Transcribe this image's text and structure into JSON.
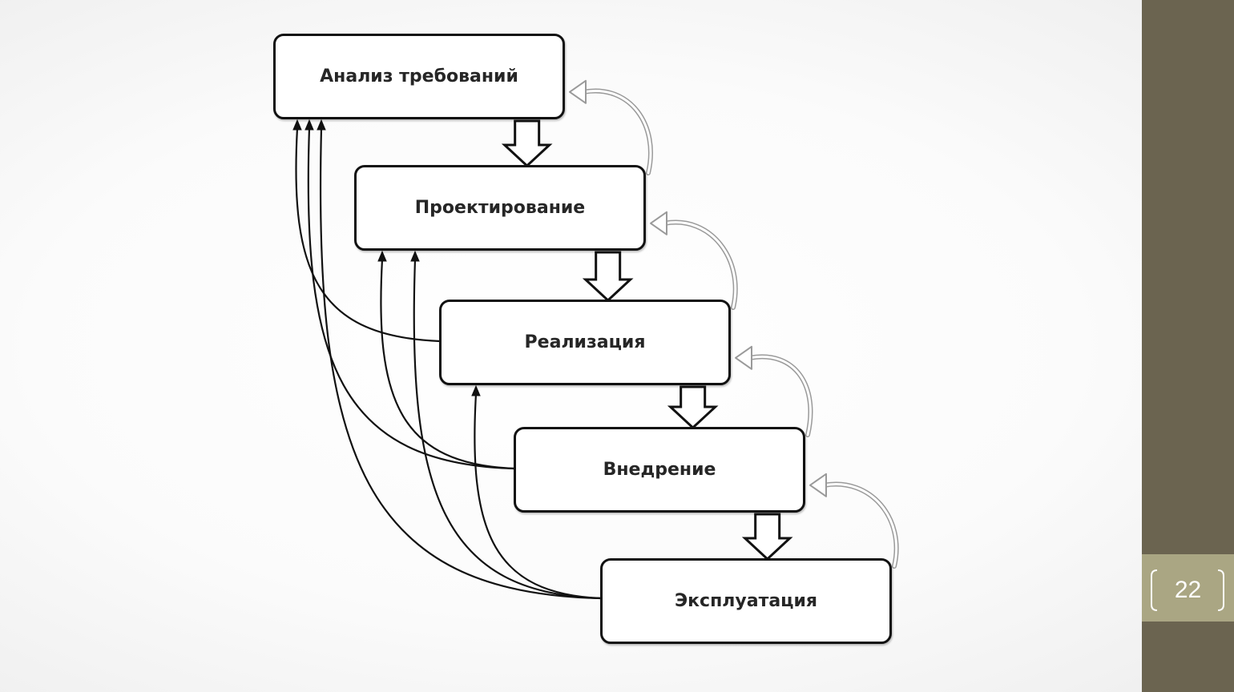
{
  "slide": {
    "page_number": "22",
    "colors": {
      "sidebar": "#6b6450",
      "page_badge": "#aaa683",
      "box_border": "#111111",
      "feedback_arrow": "#9a9a9a"
    }
  },
  "diagram": {
    "stages": [
      {
        "id": "analysis",
        "label": "Анализ требований"
      },
      {
        "id": "design",
        "label": "Проектирование"
      },
      {
        "id": "implementation",
        "label": "Реализация"
      },
      {
        "id": "deployment",
        "label": "Внедрение"
      },
      {
        "id": "operation",
        "label": "Эксплуатация"
      }
    ],
    "forward_flow": [
      {
        "from": "analysis",
        "to": "design"
      },
      {
        "from": "design",
        "to": "implementation"
      },
      {
        "from": "implementation",
        "to": "deployment"
      },
      {
        "from": "deployment",
        "to": "operation"
      }
    ],
    "feedback_to_previous": [
      {
        "from": "design",
        "to": "analysis"
      },
      {
        "from": "implementation",
        "to": "design"
      },
      {
        "from": "deployment",
        "to": "implementation"
      },
      {
        "from": "operation",
        "to": "deployment"
      }
    ],
    "long_return_links": [
      {
        "from": "implementation",
        "to": "analysis"
      },
      {
        "from": "deployment",
        "to": "analysis"
      },
      {
        "from": "operation",
        "to": "analysis"
      },
      {
        "from": "deployment",
        "to": "design"
      },
      {
        "from": "operation",
        "to": "design"
      },
      {
        "from": "operation",
        "to": "implementation"
      }
    ]
  }
}
